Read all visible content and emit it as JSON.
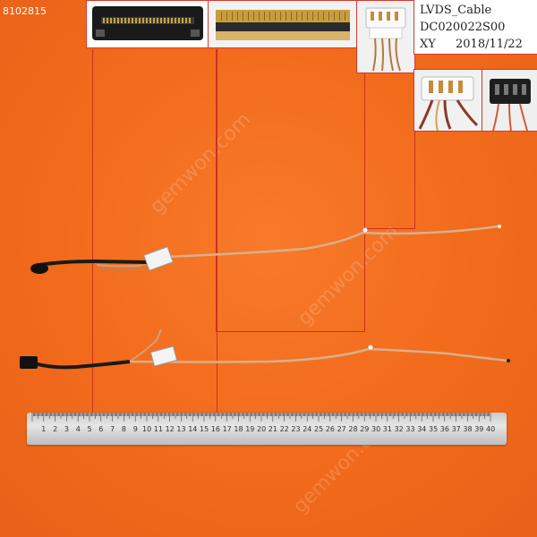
{
  "product_code": "8102815",
  "label": {
    "line1": "LVDS_Cable",
    "line2": "DC020022S00",
    "line3_prefix": "XY",
    "line3_date": "2018/11/22"
  },
  "watermarks": [
    "gemwon.com",
    "gemwon.com",
    "gemwon.com"
  ],
  "ruler_numbers": [
    "1",
    "2",
    "3",
    "4",
    "5",
    "6",
    "7",
    "8",
    "9",
    "10",
    "11",
    "12",
    "13",
    "14",
    "15",
    "16",
    "17",
    "18",
    "19",
    "20",
    "21",
    "22",
    "23",
    "24",
    "25",
    "26",
    "27",
    "28",
    "29",
    "30",
    "31",
    "32",
    "33",
    "34",
    "35",
    "36",
    "37",
    "38",
    "39",
    "40"
  ]
}
